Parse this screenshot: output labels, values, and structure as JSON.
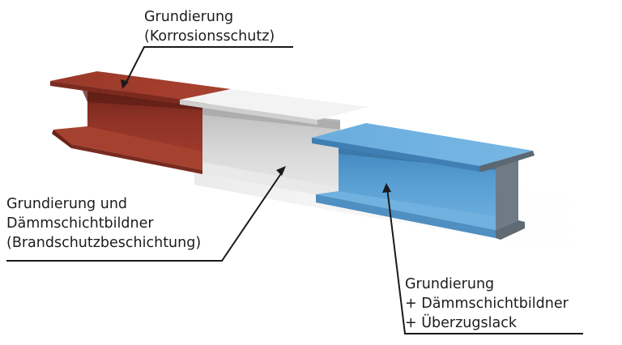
{
  "labels": {
    "primer": {
      "lines": [
        "Grundierung",
        "(Korrosionsschutz)"
      ]
    },
    "fire_protection": {
      "lines": [
        "Grundierung und",
        "Dämmschichtbildner",
        "(Brandschutzbeschichtung)"
      ]
    },
    "full_system": {
      "lines": [
        "Grundierung",
        "+ Dämmschichtbildner",
        "+ Überzugslack"
      ]
    }
  },
  "colors": {
    "primer_red": "#9c3a2c",
    "fire_white": "#e4e4e4",
    "topcoat_blue": "#64a8d8",
    "leader_line": "#1a1a1a"
  }
}
